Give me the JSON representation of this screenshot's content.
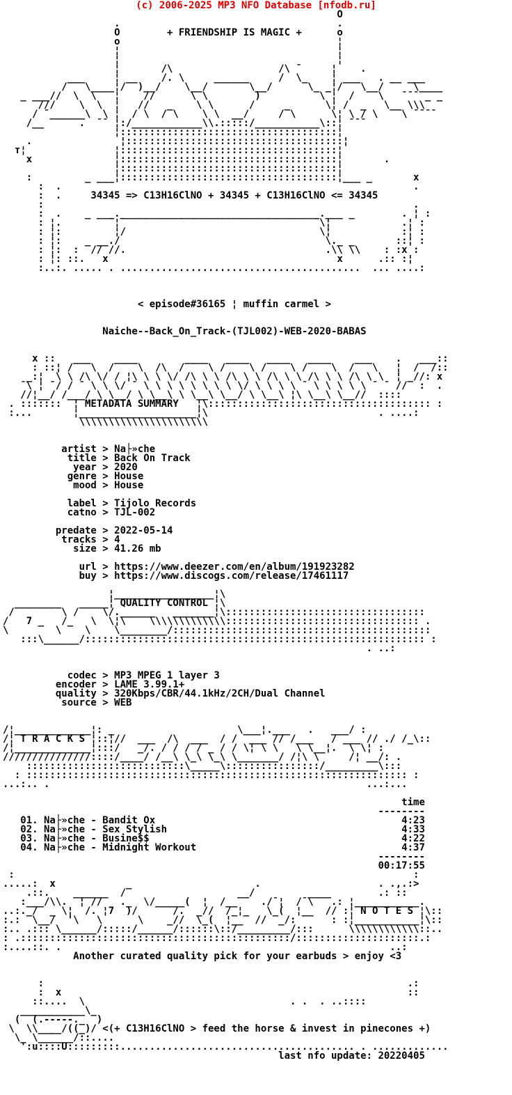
{
  "site_header": {
    "text": "(c) 2006-2025 MP3 NFO Database [nfodb.ru]",
    "color": "#dd0000"
  },
  "ascii_header_slogan": "+ FRIENDSHIP IS MAGIC +",
  "ascii_formula": "34345 => C13H16ClNO + 34345 + C13H16ClNO <= 34345",
  "episode_line": "< episode#36165 ¦ muffin carmel >",
  "release_name": "Naiche--Back_On_Track-(TJL002)-WEB-2020-BABAS",
  "section_titles": {
    "metadata": "METADATA SUMMARY",
    "quality": "QUALITY CONTROL",
    "tracks": "T R A C K S",
    "notes": "N O T E S"
  },
  "release": {
    "artist": "Na├»che",
    "title": "Back On Track",
    "year": "2020",
    "genre": "House",
    "mood": "House",
    "label": "Tijolo Records",
    "catno": "TJL-002",
    "predate": "2022-05-14",
    "tracks": "4",
    "size": "41.26 mb",
    "url": "https://www.deezer.com/en/album/191923282",
    "buy": "https://www.discogs.com/release/17461117"
  },
  "quality": {
    "codec": "MP3 MPEG 1 layer 3",
    "encoder": "LAME 3.99.1+",
    "quality": "320Kbps/CBR/44.1kHz/2CH/Dual Channel",
    "source": "WEB"
  },
  "tracklist": {
    "time_header": "time",
    "tracks": [
      {
        "no": "01",
        "artist": "Na├»che",
        "title": "Bandit Ox",
        "time": "4:23"
      },
      {
        "no": "02",
        "artist": "Na├»che",
        "title": "Sex Stylish",
        "time": "4:33"
      },
      {
        "no": "03",
        "artist": "Na├»che",
        "title": "Busine$$",
        "time": "4:22"
      },
      {
        "no": "04",
        "artist": "Na├»che",
        "title": "Midnight Workout",
        "time": "4:37"
      }
    ],
    "total_time": "00:17:55"
  },
  "notes_text": "Another curated quality pick for your earbuds > enjoy <3",
  "mascot_line": "<(+ C13H16ClNO > feed the horse & invest in pinecones +)",
  "last_update": "last nfo update: 20220405",
  "ascii_lines": [
    "                                                         O",
    "                   .                                     .",
    "                   O        + FRIENDSHIP IS MAGIC +      o",
    "                   o                                     ¦",
    "                   ¦                                     ¦",
    "                   ¦                                     ¦",
    "                   ¦       /\\                  /\\ ¯     ¦    .",
    "           ___     ¦ __    /. \\     ______     /  \\_    ¦ ___   . __ ___",
    "          /   \\____¦/  )__/    \\__/       \\__/      \\_ _¦/   \\__/ ¯   \\____",
    "   _ ___//  \\  \\   ¦    //      \\ \\        )          \\¯¦  /    \\   ¯¯¯ _ _",
    "      ///    \\  \\  ¦   //   _    \\ \\      /     _      \\¦ /  _   \\__ \\\\\\",
    "     / ¯______\\  \\ ¦  / \\  / \\    \\ \\  __/     / \\      \\¦ \\ / \\    \\ ¯¯¯¯",
    "    /__      .  ¯¯ ¦:/____________\\\\.:::::/___________\\::¦ ¯¯¯",
    "                   ¦:::::::::::::::::::::::::::::::::::::¦",
    "    .               ¦:::::::::::::::::::::::::::::::::::::¦",
    "  т¦               ¦:::::::::::::::::::::::::::::::::::::¦",
    "    x              ¦:::::::::::::::::::::::::::::::::::::¦       .",
    "                   ¦:::::::::::::::::::::::::::::::::::::¦",
    "    :         _ ___¦:::::::::::::::::::::::::::::::::::::¦___ _       x",
    "      :  .                                                            .",
    "      :  .     34345 => C13H16ClNO + 34345 + C13H16ClNO <= 34345",
    "      :                                                               .",
    "      :  .    _ ___.__________________________________.___ _        . ¦ :",
    "      : ¦.        ¯¦¯                                ¯\\¦            .¦ :",
    "      : ¦:         ¦/                                 \\¦            :¦ :",
    "      : ¦:    _ __./                                   \\._ _       ::¦ :",
    "      : ¦:  :  // //.                                  .\\\\ \\\\    : :x :",
    "      : ¦: ::.   x                                       x      .:: :¦",
    "      :..:. ..... . .........................................  ... ....:",
    "",
    "",
    "",
    "                       < episode#36165 ¦ muffin carmel >",
    "",
    "",
    "                 Naiche--Back_On_Track-(TJL002)-WEB-2020-BABAS",
    "",
    "",
    "     x ::   ___    ____        ____   ____   ____   ____    ___    .   ___::",
    "     : ::¦ /   \\  /    \\  /\\  /    \\ /    \\ /    \\ /    \\  /   \\   ¦  /  /::",
    "    _:¦  \\ \\ /\\ \\/ / ¦\\ \\ \\ \\/ /\\ \\ \\ /\\ \\ \\ /\\ \\ \\ /\\ \\ \\ /\\ \\ \\  ¦ _//: x",
    "   ¯\\ ¦ ¯/ / ¯ \\ \\ \\/ ¯ \\ \\ \\ \\ \\ \\ \\ \\ \\/ \\ \\ \\ \\ ¯ \\ \\ \\ \\ \\ ¯ ¯ //  :  .",
    "   //¦__/ /___/ \\ \\__/ \\ \\__\\ \\ \\__\\ \\__/ \\ \\__\\ ¦\\ \\__\\ \\__//  ::::",
    " . :::::::  ¦ METADATA SUMMARY   ¦\\:::::::::::::::::::::::::::::::::::::: :",
    " :...       ¦____________________¦\\                             . ....:",
    "             \\\\\\\\\\\\\\\\\\\\\\\\\\\\\\\\\\\\\\\\\\\\",
    "",
    "",
    "          artist > Na├»che",
    "           title > Back On Track",
    "            year > 2020",
    "           genre > House",
    "            mood > House",
    "",
    "           label > Tijolo Records",
    "           catno > TJL-002",
    "",
    "         predate > 2022-05-14",
    "          tracks > 4",
    "            size > 41.26 mb",
    "",
    "             url > https://www.deezer.com/en/album/191923282",
    "             buy > https://www.discogs.com/release/17461117",
    "",
    "                  ¦_________________¦\\",
    "  ________   _____¦ QUALITY CONTROL ¦\\",
    " /        \\ /    \\/.______   _______¦\\::::::::::::::::::::::::::::::::::",
    "/   7 _   /_   \\  \\¦\\    \\\\\\\\\\\\\\\\\\\\\\\\\\::::::::::::::::::::::::::::::::: .",
    "\\        \\    \\    \\________/::::::::::::::::::::::::::::::::::::::::::::",
    "   :::\\______/:::::::::::::::::::::::::::::::::::::::::::::::::::::::::: :",
    "                                                              . ..:",
    "",
    "",
    "           codec > MP3 MPEG 1 layer 3",
    "         encoder > LAME 3.99.1+",
    "         quality > 320Kbps/CBR/44.1kHz/2CH/Dual Channel",
    "          source > WEB",
    "",
    "",
    "/¦_____________¦: _                     \\___¦.___   .   ___/ :",
    "/¦ T R A C K S ¦::¦//  ___  /\\  ___  / /  ___ // /___   / ___ // ./ /_\\::",
    "/¦_____________¦:::/   _/. / / / / _ / / \\¦ \\ \\   \\ \\__¦.  \\ \\¦ :",
    "///////////////::::/____/ /__\\ \\_\\ \\_\\ \\_______/ /¦\\ \\     /¦ __/: .",
    "    :::::::::::::::::::::::::::\\_____\\::::::::::::::::/_________\\:::",
    "  : ::::::::::::::::::::::::::::::::::::::::::::::::::::::::::::::::: :",
    "...:.. .                                                      ...:...",
    "",
    "                                                                    time",
    "                                                                --------",
    "   01. Na├»che - Bandit Ox                                          4:23",
    "   02. Na├»che - Sex Stylish                                        4:33",
    "   03. Na├»che - Busine$$                                           4:22",
    "   04. Na├»che - Midnight Workout                                   4:37",
    "                                                                --------",
    "                                                                00:17:55",
    " :                                                                    :",
    ".....:  x            _                     .                    . .,.:>",
    "    .::.    ______  /                   __/         ____        .: ::",
    "   :___/\\\\.  ¦ //   ._  \\/_____(  ¦  /__    ./¯¦  /¯\\   .: ¦___________.",
    "..:._/  _ \\¦  /. ¦7  )/      /.  _//  /_¦_   \\_(  ¦__  // :¦ N O T E S ¦\\::",
    ":.:  \\__/  '\\   \\      \\    _//  \\_(  ¦__  //  _/:      : :¦___________¦\\::",
    ":.. .::: \\______/:::::/______/::::::\\::/_________/:::      \\\\\\\\\\\\\\\\\\\\\\\\::..",
    ": .::::::::::::::::::::::::::::::::::::::::::::::/:::::::::::::::::::::.:",
    ":....::. .                                                        ..:",
    "            Another curated quality pick for your earbuds > enjoy <3",
    "",
    "",
    "      :                                                              .:",
    "      :  x                                                           ::",
    "     ::....  \\                                   . .  . ..::::",
    "   ___________\\_",
    "  (  (.-----._  )",
    " \\  \\\\____/((_)/ <(+ C13H16ClNO > feed the horse & invest in pinecones +)",
    "  \\_ \\______/::....",
    "   ':u::::U:::::::::........................................ . .............",
    "                                               last nfo update: 20220405",
    "",
    "",
    "",
    ""
  ]
}
